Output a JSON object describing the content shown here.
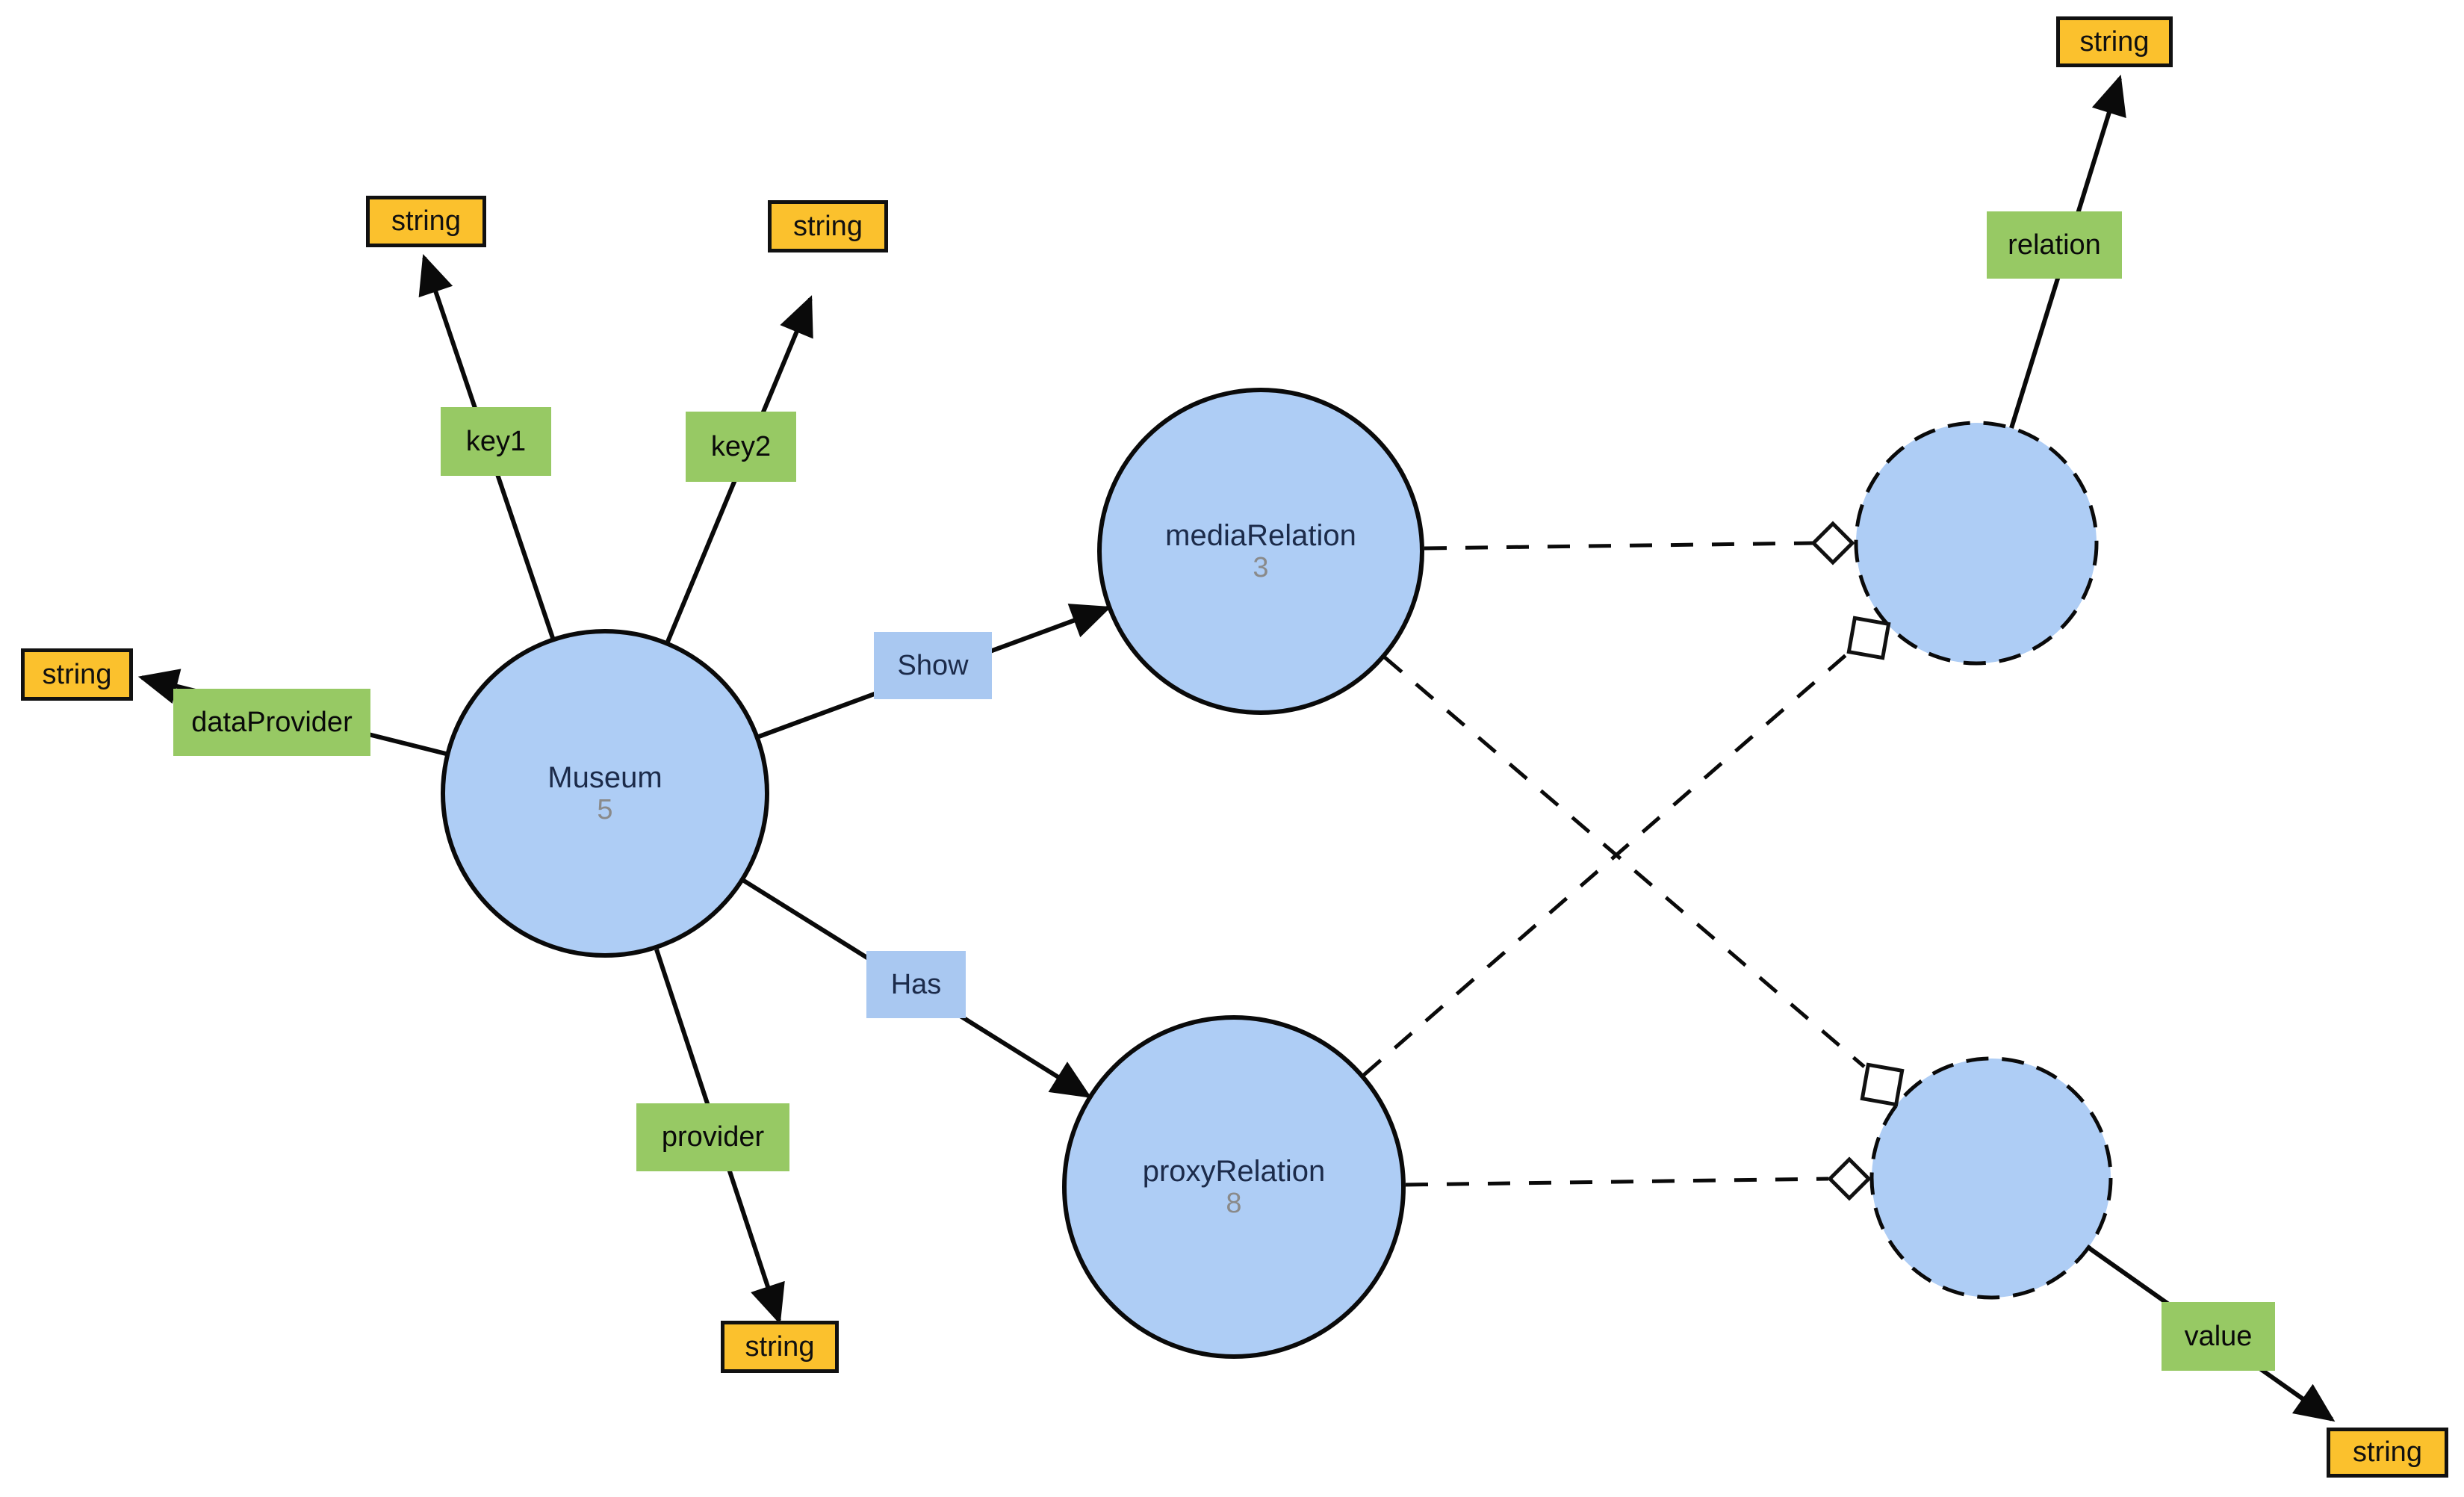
{
  "nodes": {
    "museum": {
      "label": "Museum",
      "count": "5"
    },
    "media_relation": {
      "label": "mediaRelation",
      "count": "3"
    },
    "proxy_relation": {
      "label": "proxyRelation",
      "count": "8"
    },
    "anonymous_top": {
      "label": ""
    },
    "anonymous_bottom": {
      "label": ""
    }
  },
  "edge_labels": {
    "show": "Show",
    "has": "Has"
  },
  "attribute_labels": {
    "key1": "key1",
    "key2": "key2",
    "data_provider": "dataProvider",
    "provider": "provider",
    "relation": "relation",
    "value": "value"
  },
  "datatype_label": "string",
  "icons": {
    "aggregation_marker": "diamond",
    "composition_marker": "square",
    "arrowhead": "filled-triangle"
  },
  "colors": {
    "canvas_bg": "#ffffff",
    "node_fill": "#aecdf5",
    "node_border": "#0a0a0a",
    "node_label_text": "#1c2b4a",
    "node_count_text": "#8a8a8a",
    "attribute_fill": "#97c964",
    "edge_label_fill": "#a9c8f1",
    "datatype_fill": "#fbc12d",
    "datatype_border": "#111111",
    "edge_line": "#0a0a0a"
  }
}
